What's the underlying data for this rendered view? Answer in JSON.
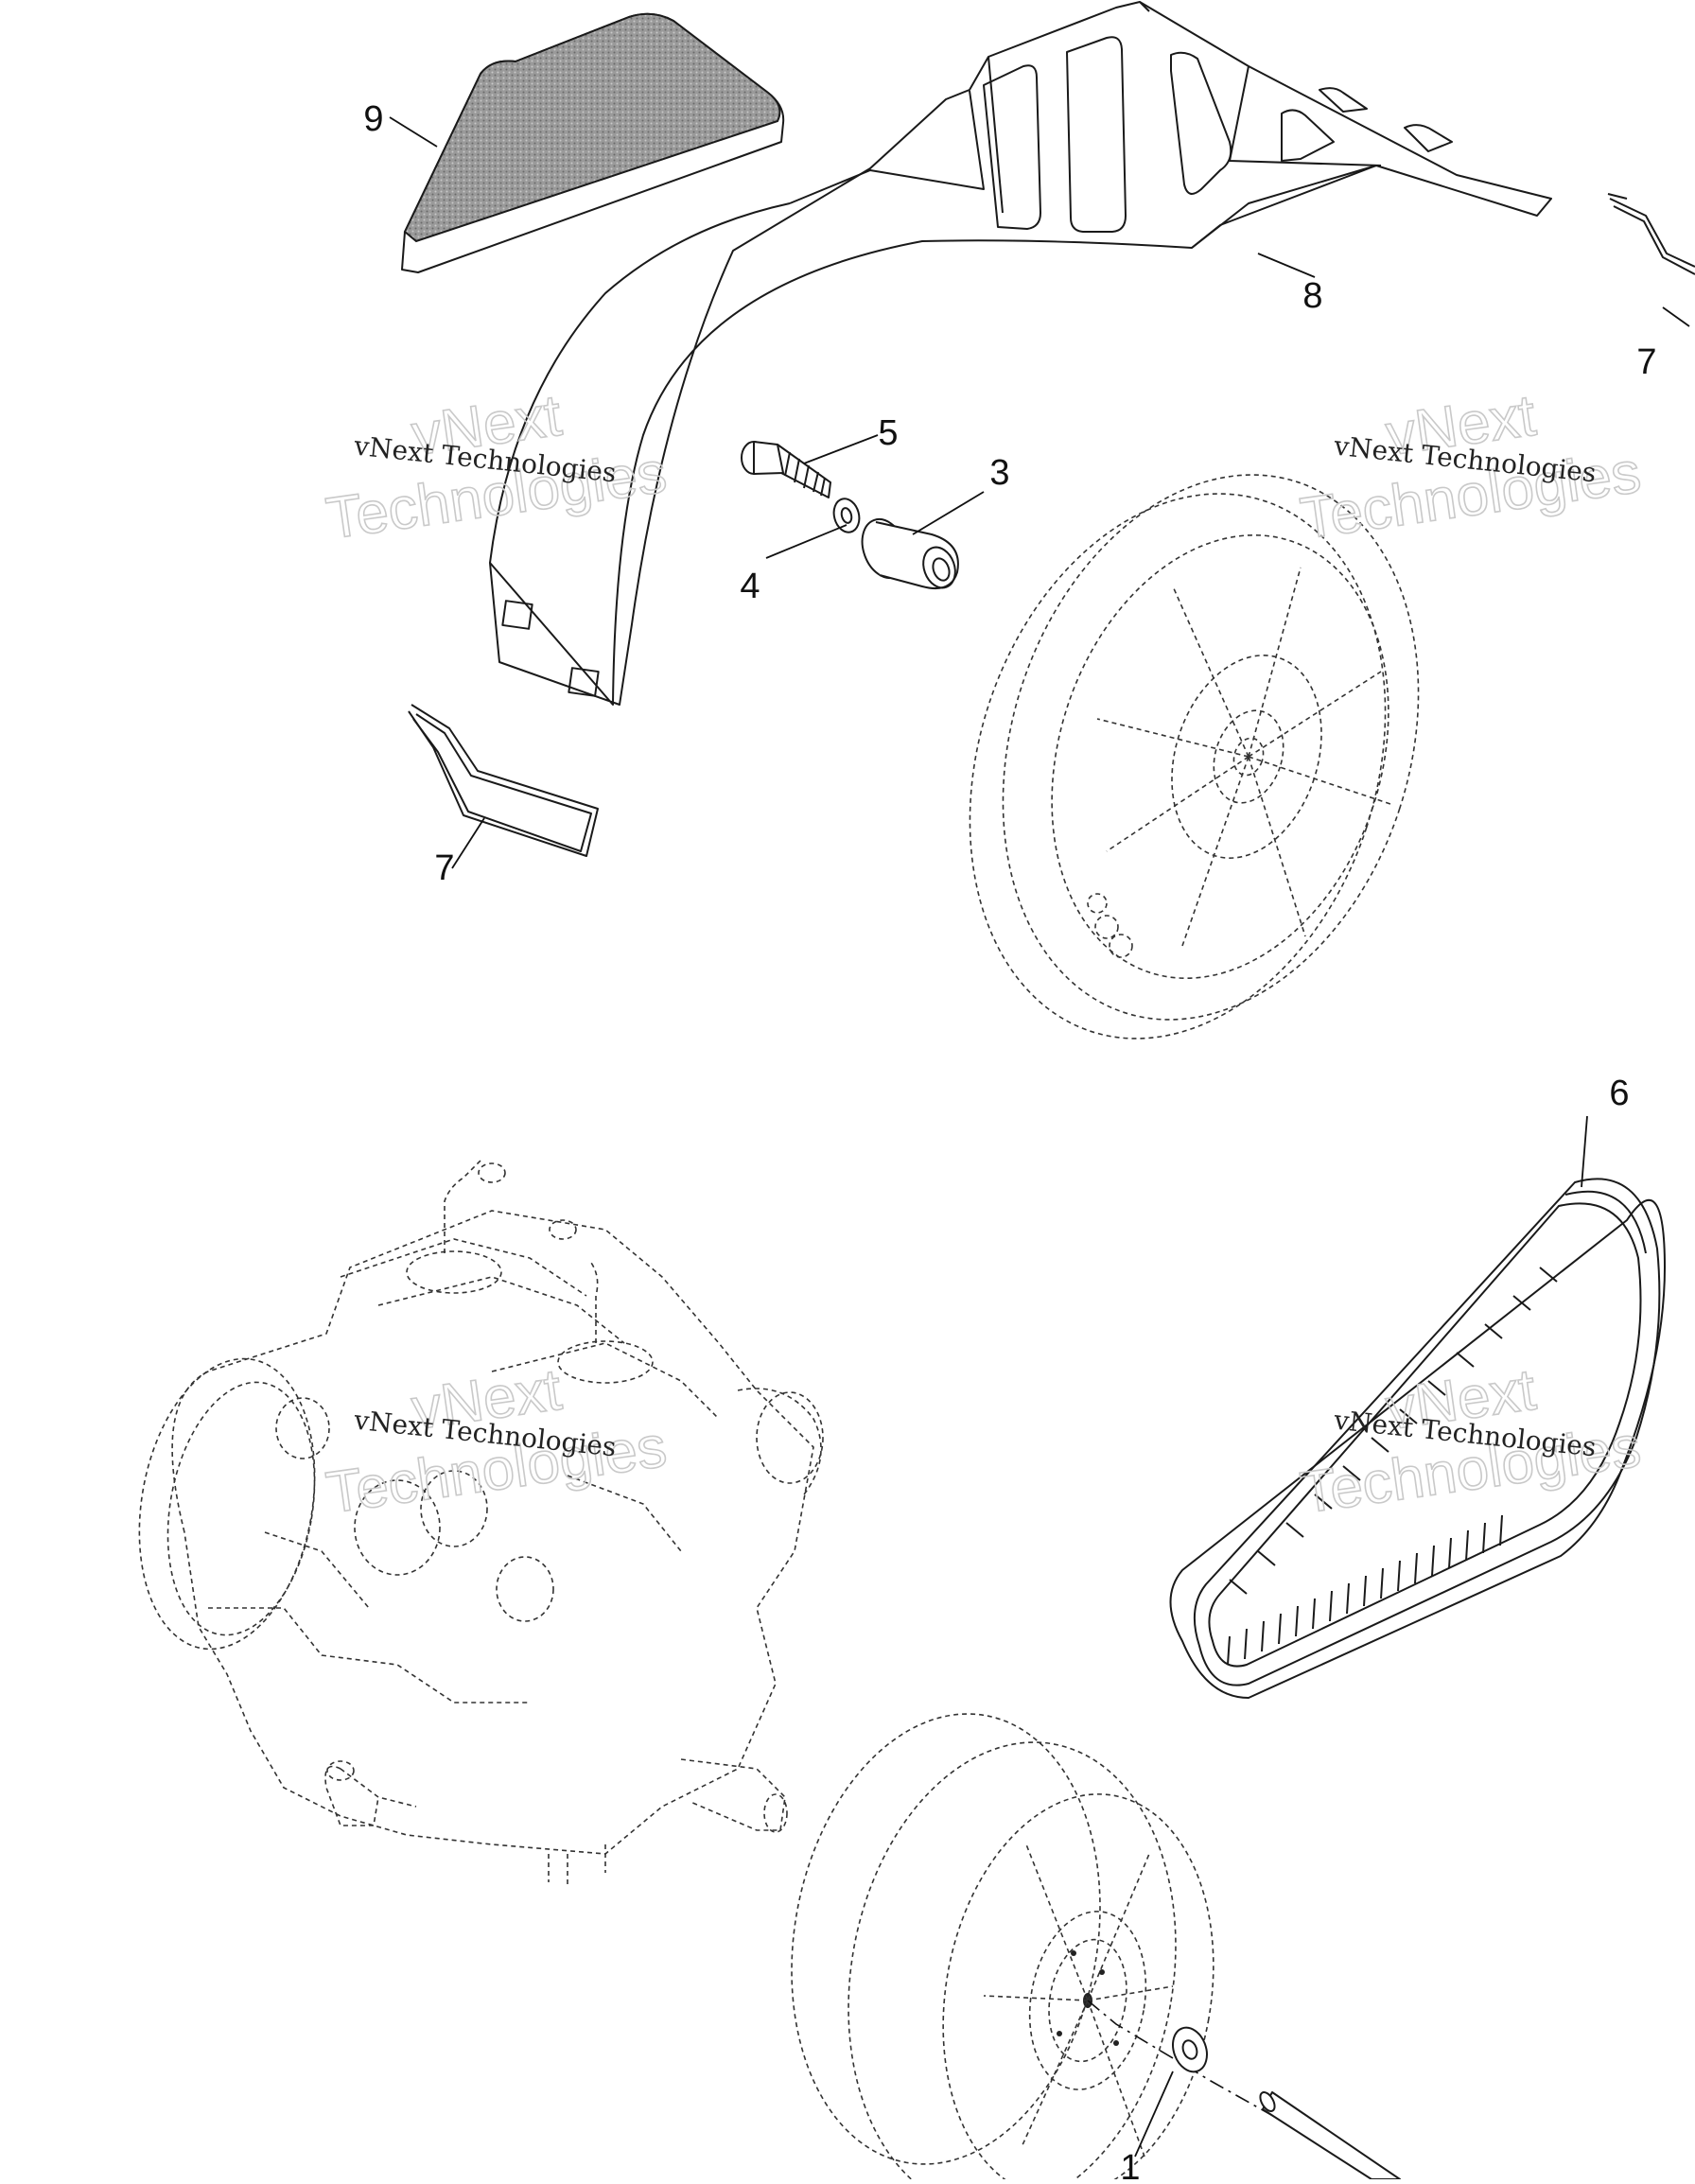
{
  "diagram": {
    "callouts": {
      "c1": "1",
      "c3": "3",
      "c4": "4",
      "c5": "5",
      "c6": "6",
      "c7a": "7",
      "c7b": "7",
      "c8": "8",
      "c9": "9"
    },
    "watermarks": {
      "small": "vNext Technologies",
      "large_line1": "vNext",
      "large_line2": "Technologies"
    }
  }
}
